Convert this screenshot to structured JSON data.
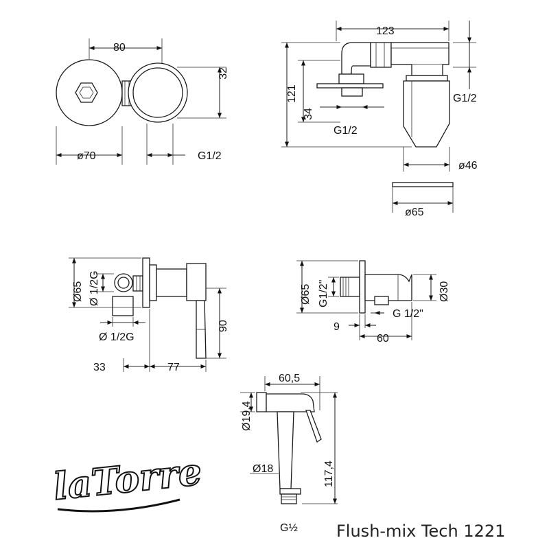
{
  "logo": {
    "text": "laTorre"
  },
  "title": "Flush-mix Tech 1221",
  "view_top_left": {
    "width": "80",
    "height": "32",
    "diameter": "ø70",
    "thread": "G1/2"
  },
  "view_top_right": {
    "length": "123",
    "height": "121",
    "small_height": "34",
    "thread_bottom": "G1/2",
    "thread_right": "G1/2",
    "diameter_body": "ø46",
    "diameter_plate": "ø65"
  },
  "view_mid_left": {
    "diameter_plate": "Ø65",
    "thread_top": "Ø 1/2G",
    "thread_bottom": "Ø 1/2G",
    "depth_left": "33",
    "depth_right": "77",
    "lever_height": "90"
  },
  "view_mid_right": {
    "diameter_plate": "Ø65",
    "thread_left": "G1/2\"",
    "thread_bottom": "G 1/2\"",
    "diameter_holder": "Ø30",
    "offset": "9",
    "length": "60"
  },
  "view_bottom": {
    "width": "60,5",
    "head_diameter": "Ø19,4",
    "body_diameter": "Ø18",
    "length": "117,4",
    "thread": "G½"
  }
}
